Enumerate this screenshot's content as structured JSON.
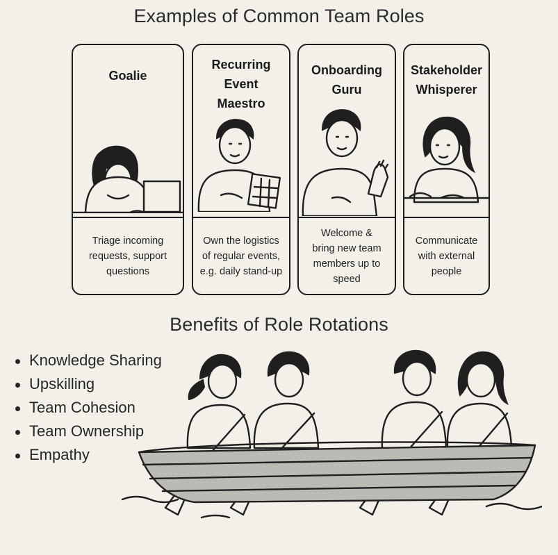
{
  "roles_title": "Examples of Common Team Roles",
  "benefits_title": "Benefits of Role Rotations",
  "roles": [
    {
      "name": "Goalie",
      "description": "Triage incoming\nrequests, support\nquestions",
      "illustration": "person-at-laptop"
    },
    {
      "name": "Recurring\nEvent\nMaestro",
      "description": "Own the logistics\nof regular events,\ne.g. daily stand-up",
      "illustration": "person-with-calendar"
    },
    {
      "name": "Onboarding\nGuru",
      "description": "Welcome &\nbring new team\nmembers up to\nspeed",
      "illustration": "person-waving"
    },
    {
      "name": "Stakeholder\nWhisperer",
      "description": "Communicate\nwith external\npeople",
      "illustration": "person-talking"
    }
  ],
  "benefits": [
    "Knowledge Sharing",
    "Upskilling",
    "Team Cohesion",
    "Team Ownership",
    "Empathy"
  ],
  "rowing_illustration": "four-people-rowing-boat"
}
